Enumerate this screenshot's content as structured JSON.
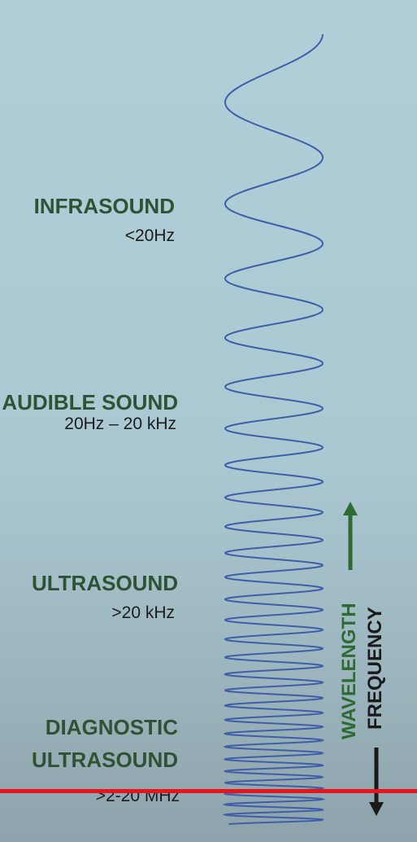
{
  "labels": {
    "infrasound": {
      "title": "INFRASOUND",
      "range": "<20Hz"
    },
    "audible": {
      "title": "AUDIBLE SOUND",
      "range": "20Hz – 20 kHz"
    },
    "ultrasound": {
      "title": "ULTRASOUND",
      "range": ">20 kHz"
    },
    "diagnostic": {
      "title_line1": "DIAGNOSTIC",
      "title_line2": "ULTRASOUND",
      "range": ">2-20 MHz"
    }
  },
  "axes": {
    "wavelength": "WAVELENGTH",
    "frequency": "FREQUENCY"
  },
  "colors": {
    "wave": "#3f5ea8",
    "label_green": "#2e5233",
    "wavelength_arrow": "#2e6b34",
    "frequency_arrow": "#1a1a1a",
    "red_line": "#e8141b"
  }
}
